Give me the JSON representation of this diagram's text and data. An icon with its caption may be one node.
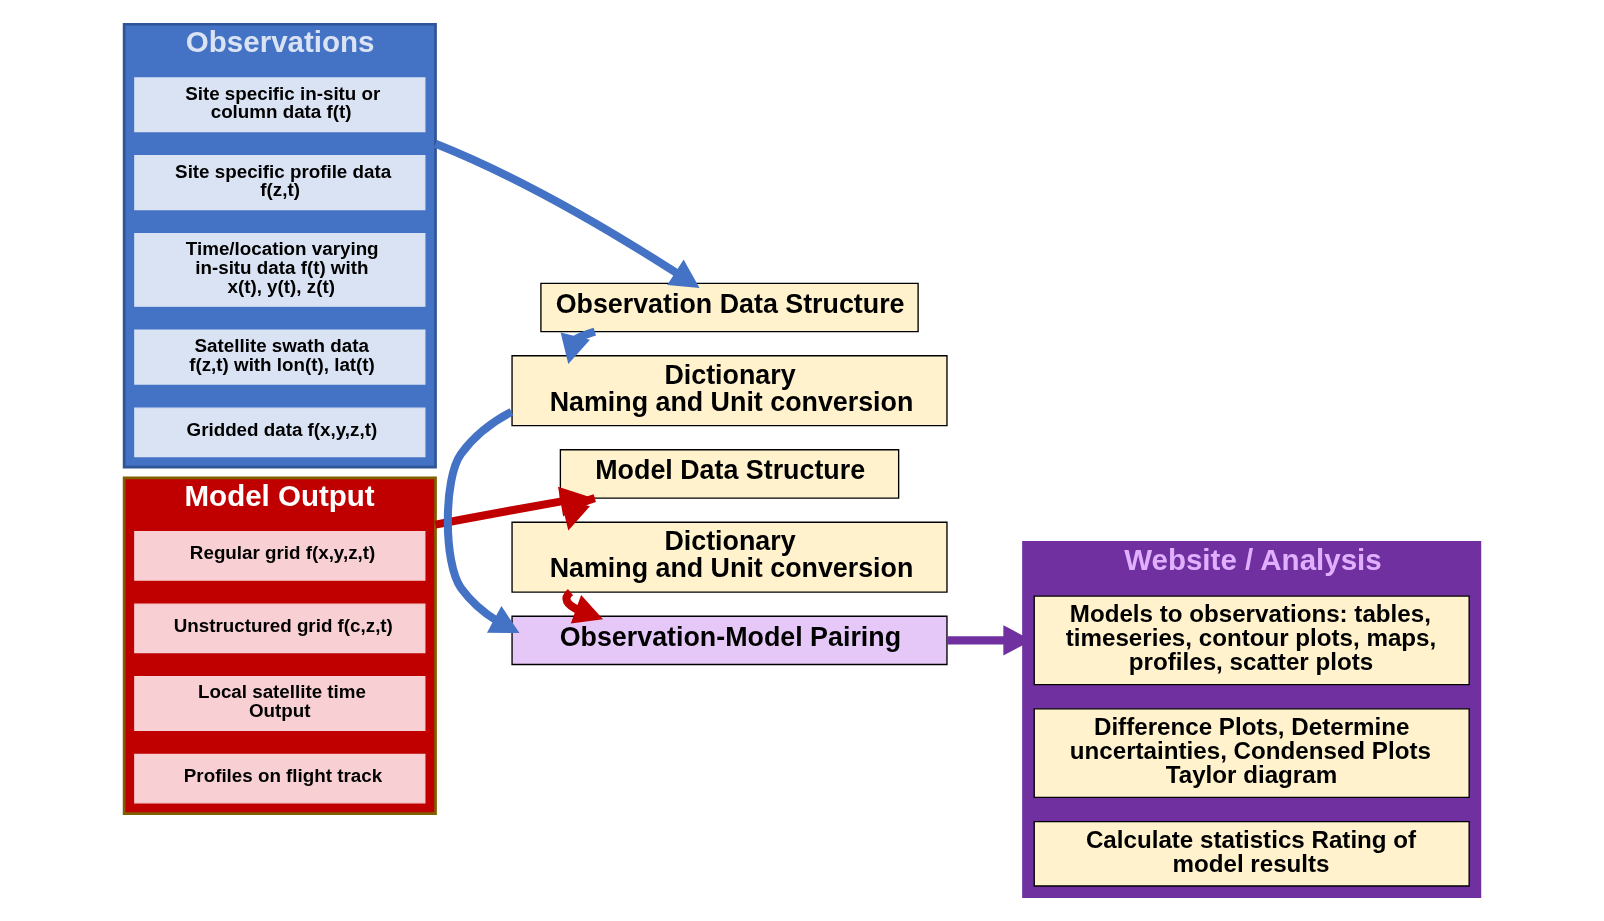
{
  "diagram": {
    "nodes": [
      {
        "text": [
          "Observations"
        ]
      },
      {
        "text": [
          "Site specific in-situ or column data f(t)"
        ],
        "in": 0
      },
      {
        "text": [
          "Site specific profile data f(z,t)"
        ],
        "in": 0
      },
      {
        "text": [
          "Time/location varying in-situ data f(t) with x(t), y(t), z(t)"
        ],
        "in": 0
      },
      {
        "text": [
          "Satellite swath data f(z,t) with lon(t), lat(t)"
        ],
        "in": 0
      },
      {
        "text": [
          "Gridded data f(x,y,z,t)"
        ],
        "in": 0
      },
      {
        "text": [
          "Model Output"
        ]
      },
      {
        "text": [
          "Regular grid f(x,y,z,t)"
        ],
        "in": 6
      },
      {
        "text": [
          "Unstructured grid f(c,z,t)"
        ],
        "in": 6
      },
      {
        "text": [
          "Local satellite time Output"
        ],
        "in": 6
      },
      {
        "text": [
          "Profiles on flight track"
        ],
        "in": 6
      },
      {
        "text": [
          "Observation Data Structure"
        ]
      },
      {
        "text": [
          "Dictionary",
          "Naming and Unit conversion"
        ]
      },
      {
        "text": [
          "Observation-Model Pairing"
        ]
      },
      {
        "text": [
          "Dictionary",
          "Naming and Unit conversion"
        ]
      },
      {
        "text": [
          "Model Data Structure"
        ]
      },
      {
        "text": [
          "Website / Analysis"
        ]
      },
      {
        "text": [
          "Models to observations: tables, timeseries, contour plots, maps, profiles, scatter plots"
        ],
        "in": 16
      },
      {
        "text": [
          "Difference Plots, Determine uncertainties, Condensed Plots Taylor diagram"
        ],
        "in": 16
      },
      {
        "text": [
          "Calculate statistics Rating of model results"
        ],
        "in": 16
      }
    ],
    "edges": [
      {
        "from": 0,
        "to": 11,
        "arrow": "to",
        "color": "#4472c4"
      },
      {
        "from": 11,
        "to": 12,
        "arrow": "to",
        "color": "#4472c4"
      },
      {
        "from": 12,
        "to": 13,
        "arrow": "to",
        "color": "#4472c4"
      },
      {
        "from": 14,
        "to": 13,
        "arrow": "to",
        "color": "#c00000"
      },
      {
        "from": 15,
        "to": 14,
        "arrow": "to",
        "color": "#c00000"
      },
      {
        "from": 6,
        "to": 15,
        "arrow": "to",
        "color": "#c00000"
      },
      {
        "from": 13,
        "to": 16,
        "arrow": "to",
        "color": "#7030a0"
      }
    ]
  }
}
